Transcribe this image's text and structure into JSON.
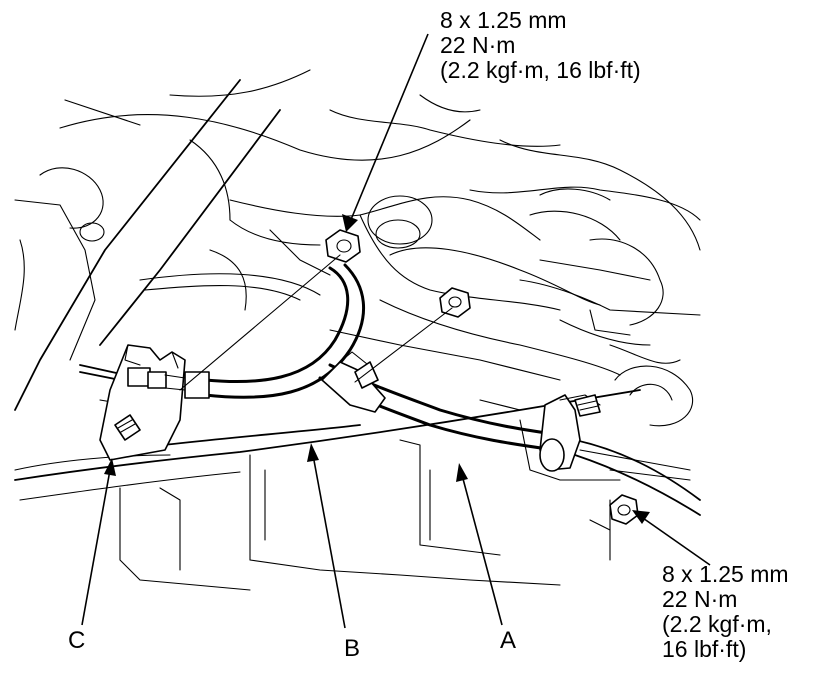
{
  "torque_top": {
    "line1": "8 x 1.25 mm",
    "line2": "22 N·m",
    "line3": "(2.2 kgf·m, 16 lbf·ft)"
  },
  "torque_right": {
    "line1": "8 x 1.25 mm",
    "line2": "22 N·m",
    "line3": "(2.2 kgf·m,",
    "line4": "16 lbf·ft)"
  },
  "callouts": {
    "a": "A",
    "b": "B",
    "c": "C"
  }
}
